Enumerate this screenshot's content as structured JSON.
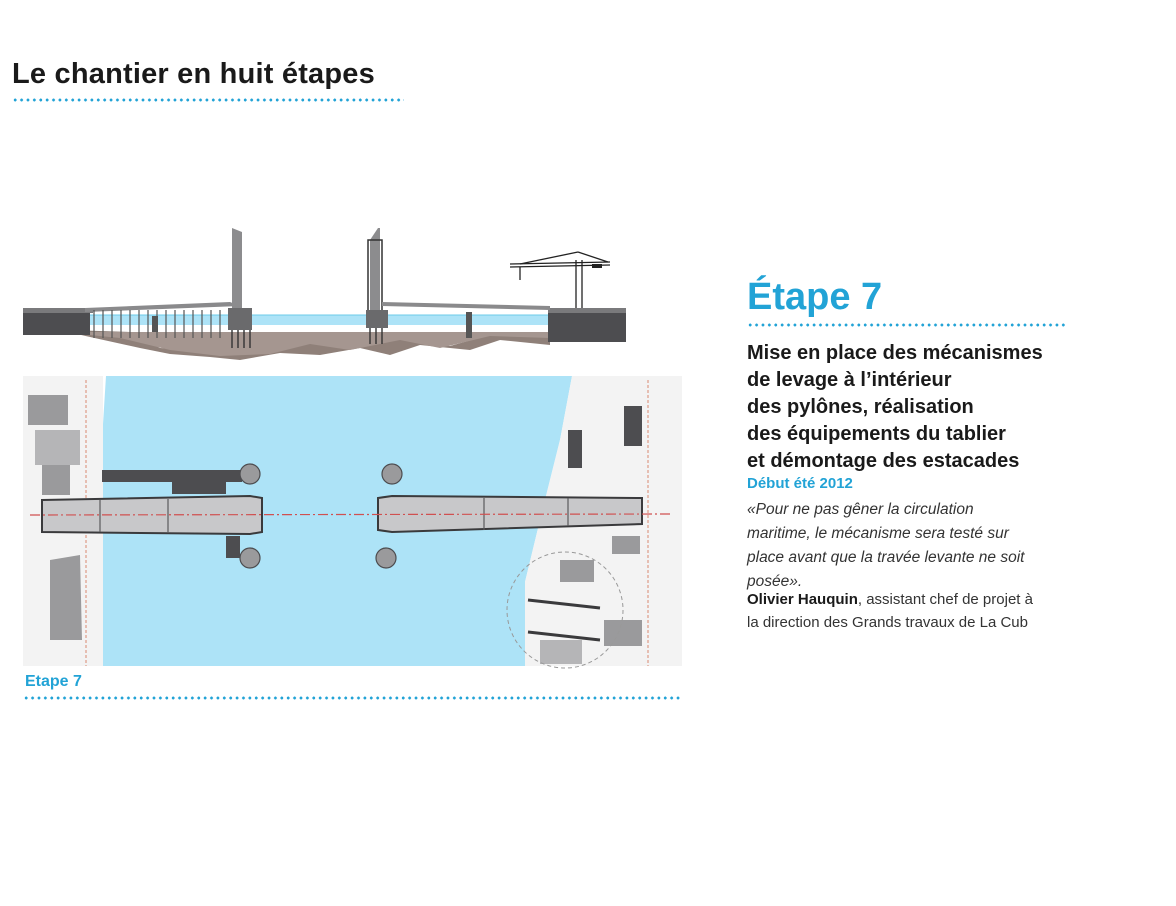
{
  "page_title": "Le chantier en huit étapes",
  "figure": {
    "caption": "Etape 7",
    "colors": {
      "water": "#ade3f7",
      "ground": "#8f8079",
      "concrete": "#5a5a5c",
      "structure": "#9a9a9c",
      "axis": "#d05050"
    }
  },
  "step": {
    "title": "Étape 7",
    "description_lines": [
      "Mise en place des mécanismes",
      "de levage à l’intérieur",
      "des pylônes, réalisation",
      "des équipements du tablier",
      "et démontage des estacades"
    ],
    "date": "Début été 2012",
    "quote_lines": [
      "«Pour ne pas gêner la circulation",
      "maritime, le mécanisme sera testé sur",
      "place avant que la travée levante ne soit",
      "posée»."
    ],
    "author_name": "Olivier Hauquin",
    "author_role_line1": ", assistant chef de projet à",
    "author_role_line2": "la direction des Grands travaux de La Cub"
  },
  "colors": {
    "accent": "#22a3d6",
    "text": "#1a1a1a"
  }
}
